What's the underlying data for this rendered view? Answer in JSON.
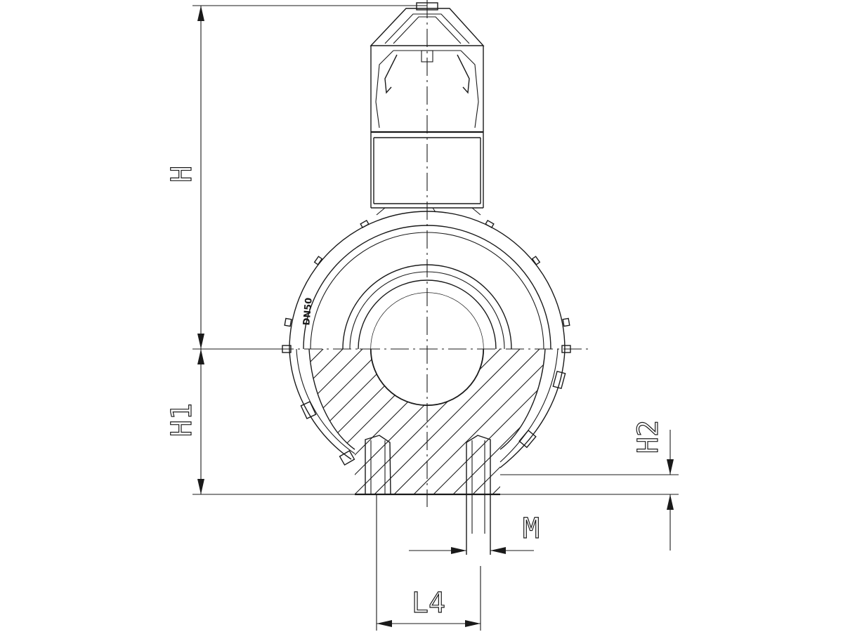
{
  "drawing": {
    "body_marking": "DN50",
    "dimensions": {
      "h": "H",
      "h1": "H1",
      "h2": "H2",
      "m": "M",
      "l4": "L4"
    }
  }
}
